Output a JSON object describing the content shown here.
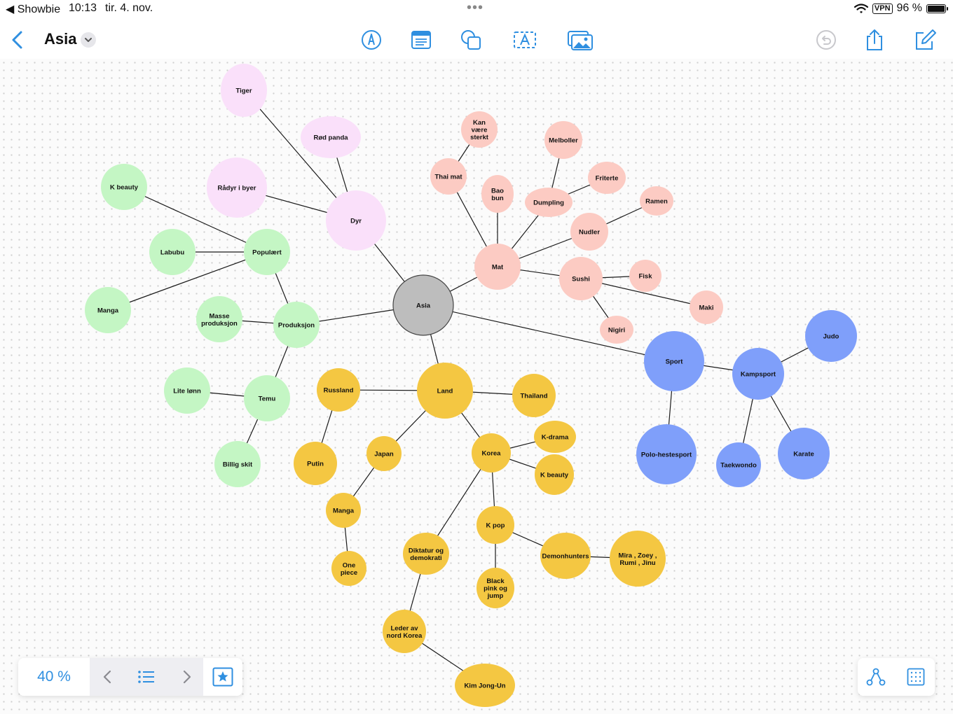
{
  "status_bar": {
    "back_app": "◀ Showbie",
    "time": "10:13",
    "date": "tir. 4. nov.",
    "vpn": "VPN",
    "battery": "96 %"
  },
  "toolbar": {
    "title": "Asia",
    "tools": [
      "pen-tool-icon",
      "note-card-icon",
      "shapes-icon",
      "text-box-icon",
      "image-insert-icon"
    ],
    "right_tools": [
      "undo-icon",
      "share-icon",
      "compose-icon"
    ]
  },
  "colors": {
    "accent": "#2f8fe0",
    "center": "#bdbdbd",
    "pink": "#fae0fa",
    "green": "#c4f6c4",
    "salmon": "#fccbc3",
    "yellow": "#f4c742",
    "blue": "#7f9ffa",
    "connector": "#1a1a1a"
  },
  "mindmap": {
    "nodes": [
      {
        "id": "asia",
        "label": "Asia",
        "color": "center"
      },
      {
        "id": "dyr",
        "label": "Dyr",
        "color": "pink"
      },
      {
        "id": "tiger",
        "label": "Tiger",
        "color": "pink"
      },
      {
        "id": "rodpanda",
        "label": "Rød panda",
        "color": "pink"
      },
      {
        "id": "radyr",
        "label": "Rådyr i byer",
        "color": "pink"
      },
      {
        "id": "produksjon",
        "label": "Produksjon",
        "color": "green"
      },
      {
        "id": "populaert",
        "label": "Populært",
        "color": "green"
      },
      {
        "id": "kbeauty1",
        "label": "K beauty",
        "color": "green"
      },
      {
        "id": "labubu",
        "label": "Labubu",
        "color": "green"
      },
      {
        "id": "manga1",
        "label": "Manga",
        "color": "green"
      },
      {
        "id": "masse",
        "label": "Masse produksjon",
        "color": "green"
      },
      {
        "id": "temu",
        "label": "Temu",
        "color": "green"
      },
      {
        "id": "litelonn",
        "label": "Lite lønn",
        "color": "green"
      },
      {
        "id": "billig",
        "label": "Billig skit",
        "color": "green"
      },
      {
        "id": "mat",
        "label": "Mat",
        "color": "salmon"
      },
      {
        "id": "thaimat",
        "label": "Thai mat",
        "color": "salmon"
      },
      {
        "id": "kanvaere",
        "label": "Kan være sterkt",
        "color": "salmon"
      },
      {
        "id": "baobun",
        "label": "Bao bun",
        "color": "salmon"
      },
      {
        "id": "dumpling",
        "label": "Dumpling",
        "color": "salmon"
      },
      {
        "id": "melboller",
        "label": "Melboller",
        "color": "salmon"
      },
      {
        "id": "friterte",
        "label": "Friterte",
        "color": "salmon"
      },
      {
        "id": "nudler",
        "label": "Nudler",
        "color": "salmon"
      },
      {
        "id": "ramen",
        "label": "Ramen",
        "color": "salmon"
      },
      {
        "id": "sushi",
        "label": "Sushi",
        "color": "salmon"
      },
      {
        "id": "fisk",
        "label": "Fisk",
        "color": "salmon"
      },
      {
        "id": "maki",
        "label": "Maki",
        "color": "salmon"
      },
      {
        "id": "nigiri",
        "label": "Nigiri",
        "color": "salmon"
      },
      {
        "id": "land",
        "label": "Land",
        "color": "yellow"
      },
      {
        "id": "russland",
        "label": "Russland",
        "color": "yellow"
      },
      {
        "id": "putin",
        "label": "Putin",
        "color": "yellow"
      },
      {
        "id": "thailand",
        "label": "Thailand",
        "color": "yellow"
      },
      {
        "id": "japan",
        "label": "Japan",
        "color": "yellow"
      },
      {
        "id": "manga2",
        "label": "Manga",
        "color": "yellow"
      },
      {
        "id": "onepiece",
        "label": "One piece",
        "color": "yellow"
      },
      {
        "id": "korea",
        "label": "Korea",
        "color": "yellow"
      },
      {
        "id": "kdrama",
        "label": "K-drama",
        "color": "yellow"
      },
      {
        "id": "kbeauty2",
        "label": "K beauty",
        "color": "yellow"
      },
      {
        "id": "kpop",
        "label": "K pop",
        "color": "yellow"
      },
      {
        "id": "blackpink",
        "label": "Black pink og jump",
        "color": "yellow"
      },
      {
        "id": "demon",
        "label": "Demonhunters",
        "color": "yellow"
      },
      {
        "id": "mira",
        "label": "Mira , Zoey , Rumi , Jinu",
        "color": "yellow"
      },
      {
        "id": "diktatur",
        "label": "Diktatur og demokrati",
        "color": "yellow"
      },
      {
        "id": "leder",
        "label": "Leder av nord Korea",
        "color": "yellow"
      },
      {
        "id": "kim",
        "label": "Kim Jong-Un",
        "color": "yellow"
      },
      {
        "id": "sport",
        "label": "Sport",
        "color": "blue"
      },
      {
        "id": "polo",
        "label": "Polo-hestesport",
        "color": "blue"
      },
      {
        "id": "kampsport",
        "label": "Kampsport",
        "color": "blue"
      },
      {
        "id": "judo",
        "label": "Judo",
        "color": "blue"
      },
      {
        "id": "taekwondo",
        "label": "Taekwondo",
        "color": "blue"
      },
      {
        "id": "karate",
        "label": "Karate",
        "color": "blue"
      }
    ],
    "edges": [
      [
        "asia",
        "dyr"
      ],
      [
        "dyr",
        "tiger"
      ],
      [
        "dyr",
        "rodpanda"
      ],
      [
        "dyr",
        "radyr"
      ],
      [
        "asia",
        "produksjon"
      ],
      [
        "produksjon",
        "populaert"
      ],
      [
        "populaert",
        "kbeauty1"
      ],
      [
        "populaert",
        "labubu"
      ],
      [
        "populaert",
        "manga1"
      ],
      [
        "produksjon",
        "masse"
      ],
      [
        "produksjon",
        "temu"
      ],
      [
        "temu",
        "litelonn"
      ],
      [
        "temu",
        "billig"
      ],
      [
        "asia",
        "mat"
      ],
      [
        "mat",
        "thaimat"
      ],
      [
        "thaimat",
        "kanvaere"
      ],
      [
        "mat",
        "baobun"
      ],
      [
        "mat",
        "dumpling"
      ],
      [
        "dumpling",
        "melboller"
      ],
      [
        "dumpling",
        "friterte"
      ],
      [
        "mat",
        "nudler"
      ],
      [
        "nudler",
        "ramen"
      ],
      [
        "mat",
        "sushi"
      ],
      [
        "sushi",
        "fisk"
      ],
      [
        "sushi",
        "maki"
      ],
      [
        "sushi",
        "nigiri"
      ],
      [
        "asia",
        "land"
      ],
      [
        "land",
        "russland"
      ],
      [
        "russland",
        "putin"
      ],
      [
        "land",
        "thailand"
      ],
      [
        "land",
        "japan"
      ],
      [
        "japan",
        "manga2"
      ],
      [
        "manga2",
        "onepiece"
      ],
      [
        "land",
        "korea"
      ],
      [
        "korea",
        "kdrama"
      ],
      [
        "korea",
        "kbeauty2"
      ],
      [
        "korea",
        "kpop"
      ],
      [
        "kpop",
        "blackpink"
      ],
      [
        "kpop",
        "demon"
      ],
      [
        "demon",
        "mira"
      ],
      [
        "korea",
        "diktatur"
      ],
      [
        "diktatur",
        "leder"
      ],
      [
        "leder",
        "kim"
      ],
      [
        "asia",
        "sport"
      ],
      [
        "sport",
        "polo"
      ],
      [
        "sport",
        "kampsport"
      ],
      [
        "kampsport",
        "judo"
      ],
      [
        "kampsport",
        "taekwondo"
      ],
      [
        "kampsport",
        "karate"
      ]
    ]
  },
  "bottom_controls": {
    "zoom": "40 %"
  }
}
